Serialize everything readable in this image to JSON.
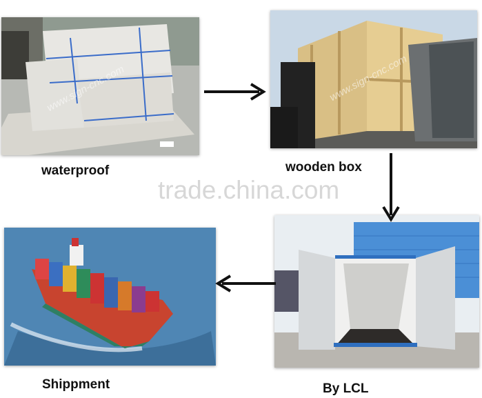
{
  "steps": [
    {
      "caption": "waterproof",
      "photo_watermark": "www.sign-cnc.com"
    },
    {
      "caption": "wooden box",
      "photo_watermark": "www.sign-cnc.com"
    },
    {
      "caption": "By LCL"
    },
    {
      "caption": "Shippment"
    }
  ],
  "watermark": "trade.china.com",
  "colors": {
    "arrow": "#111111",
    "caption": "#111111",
    "watermark": "#d7d7d7",
    "container_blue": "#2f6fbf",
    "ship_hull_red": "#c83a2c",
    "sea": "#4a7fae"
  }
}
